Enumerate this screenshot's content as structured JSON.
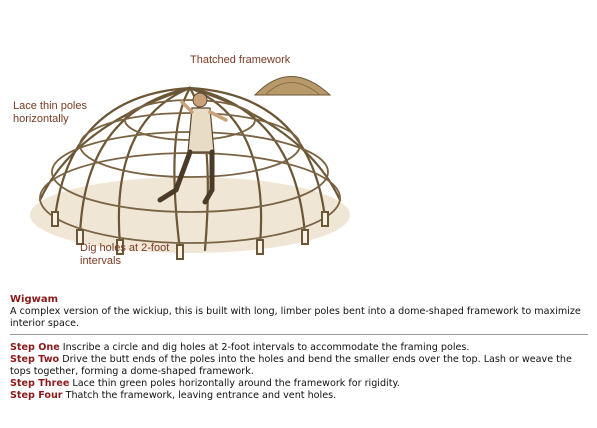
{
  "illustration": {
    "callouts": {
      "thatched": "Thatched framework",
      "lace": "Lace thin poles horizontally",
      "dig": "Dig holes at 2-foot intervals"
    }
  },
  "section": {
    "title": "Wigwam",
    "intro": "A complex version of the wickiup, this is built with long, limber poles bent into a dome-shaped framework to maximize interior space."
  },
  "steps": [
    {
      "label": "Step One",
      "text": "Inscribe a circle and dig holes at 2-foot intervals to accommodate the framing poles."
    },
    {
      "label": "Step Two",
      "text": "Drive the butt ends of the poles into the holes and bend the smaller ends over the top. Lash or weave the tops together, forming a dome-shaped framework."
    },
    {
      "label": "Step Three",
      "text": "Lace thin green poles horizontally around the framework for rigidity."
    },
    {
      "label": "Step Four",
      "text": "Thatch the framework, leaving entrance and vent holes."
    }
  ]
}
